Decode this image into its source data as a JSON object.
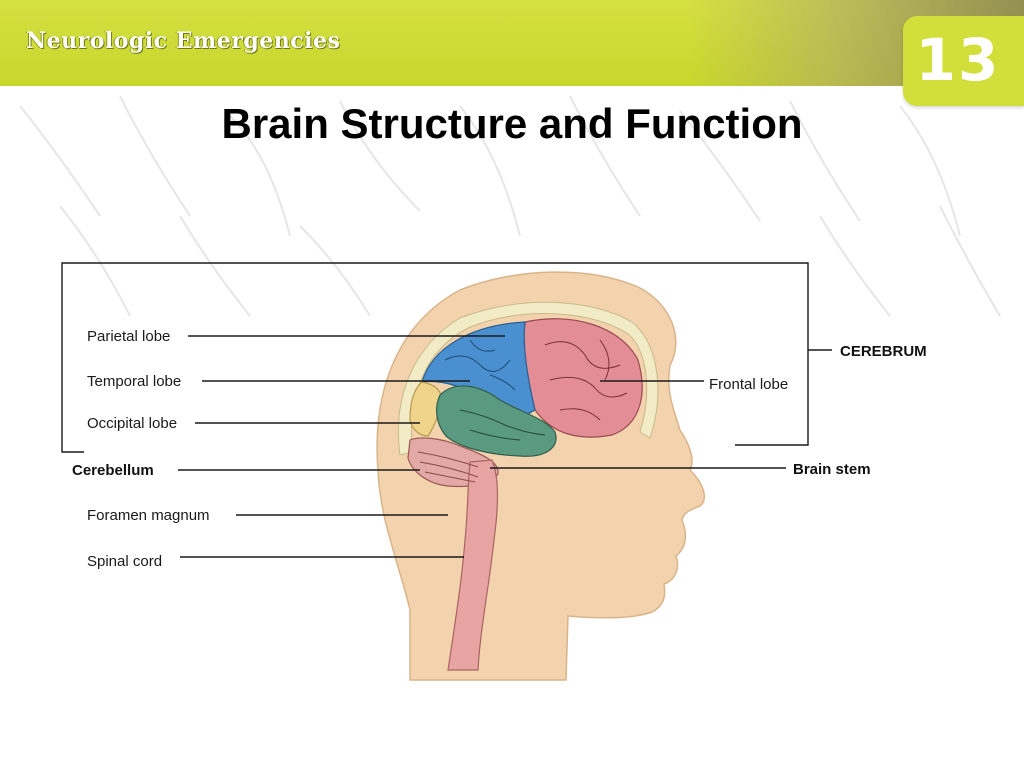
{
  "header": {
    "course_title": "Neurologic Emergencies",
    "chapter_number": "13"
  },
  "slide": {
    "title": "Brain Structure and Function"
  },
  "diagram": {
    "labels": {
      "parietal_lobe": "Parietal lobe",
      "temporal_lobe": "Temporal lobe",
      "occipital_lobe": "Occipital lobe",
      "cerebellum": "Cerebellum",
      "foramen_magnum": "Foramen magnum",
      "spinal_cord": "Spinal cord",
      "frontal_lobe": "Frontal lobe",
      "cerebrum": "CEREBRUM",
      "brain_stem": "Brain stem"
    },
    "colors": {
      "skin": "#f3d3ad",
      "parietal": "#4a8fd0",
      "frontal": "#e38d96",
      "temporal": "#5a9a80",
      "occipital": "#f0d48c",
      "cerebellum": "#e3a9a6",
      "brainstem": "#e7a4a2",
      "skull": "#f2ecc6",
      "accent": "#c8d62c"
    }
  }
}
